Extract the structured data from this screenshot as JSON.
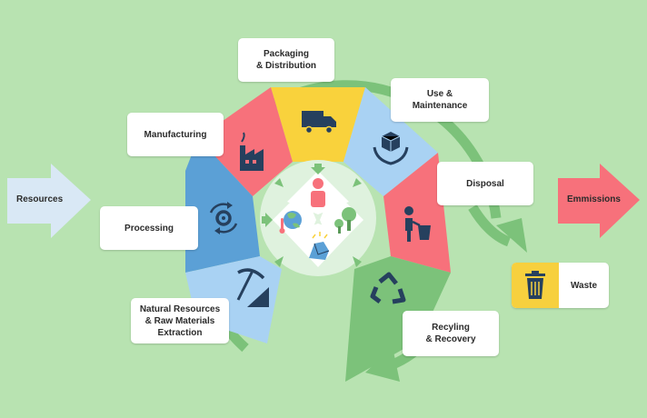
{
  "colors": {
    "background": "#b8e3b1",
    "ring": "#7cc27a",
    "packaging": "#f9d23c",
    "manufacturing": "#f7717b",
    "processing": "#5ba0d6",
    "extraction": "#a9d2f3",
    "use": "#a9d2f3",
    "disposal": "#f7717b",
    "recycling": "#7cc27a",
    "hub": "#dff2de",
    "icon": "#26405e"
  },
  "stages": {
    "packaging": "Packaging\n& Distribution",
    "use": "Use &\nMaintenance",
    "manufacturing": "Manufacturing",
    "disposal": "Disposal",
    "processing": "Processing",
    "extraction": "Natural Resources\n& Raw Materials\nExtraction",
    "recycling": "Recyling\n& Recovery"
  },
  "flows": {
    "resources": "Resources",
    "emissions": "Emmissions",
    "waste": "Waste"
  },
  "icons": {
    "packaging": "truck-icon",
    "use": "hands-box-icon",
    "manufacturing": "factory-icon",
    "disposal": "person-trash-icon",
    "processing": "gear-cycle-icon",
    "extraction": "pickaxe-mine-icon",
    "recycling": "recycle-icon",
    "waste": "trash-can-icon",
    "hub": [
      "person-icon",
      "tree-icon",
      "mineral-icon",
      "earth-icon"
    ]
  }
}
